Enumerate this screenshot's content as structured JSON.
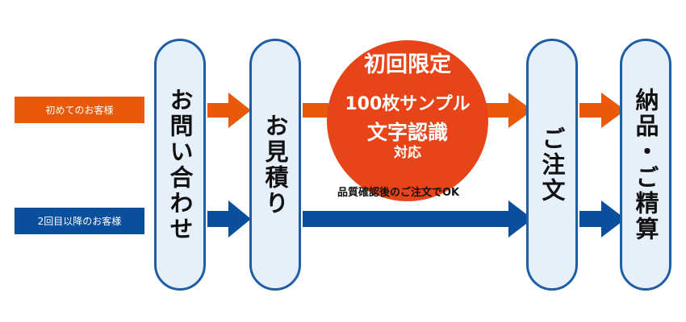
{
  "colors": {
    "first_flow": "#e8590c",
    "repeat_flow": "#0a4f9e",
    "step_border": "#1f5ea6",
    "step_fill": "#e6f0fa",
    "promo_fill": "#e8441a"
  },
  "customer_labels": {
    "first_time": "初めてのお客様",
    "repeat": "2回目以降のお客様"
  },
  "steps": {
    "inquiry": "お問い合わせ",
    "estimate": "お見積り",
    "order": "ご注文",
    "delivery": "納品・ご精算"
  },
  "promo": {
    "title": "初回限定",
    "line2": "100枚サンプル",
    "line3": "文字認識",
    "line4": "対応"
  },
  "note": "品質確認後のご注文でOK"
}
